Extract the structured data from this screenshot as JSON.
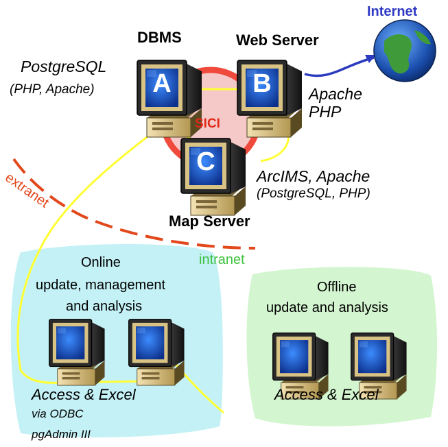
{
  "servers": {
    "dbms": {
      "title": "DBMS",
      "letter": "A",
      "software_1": "PostgreSQL",
      "software_2": "(PHP, Apache)"
    },
    "web": {
      "title": "Web Server",
      "letter": "B",
      "software_1": "Apache",
      "software_2": "PHP"
    },
    "map": {
      "title": "Map Server",
      "letter": "C",
      "software_1": "ArcIMS, Apache",
      "software_2": "(PostgreSQL, PHP)"
    }
  },
  "hub_label": "SICI",
  "internet_label": "Internet",
  "zones": {
    "extranet": "extranet",
    "intranet": "intranet"
  },
  "online": {
    "title_1": "Online",
    "title_2": "update, management",
    "title_3": "and analysis",
    "software_1": "Access & Excel",
    "software_2": "via ODBC",
    "software_3": "pgAdmin III"
  },
  "offline": {
    "title_1": "Offline",
    "title_2": "update  and analysis",
    "software_1": "Access & Excel"
  },
  "colors": {
    "online_box": "#c4f1f6",
    "offline_box": "#d3f5cf",
    "hub_ring": "#f04a3c",
    "hub_fill": "#f6c9c9",
    "connection": "#ffff33",
    "internet_link": "#2b3bbd",
    "extranet_line": "#e2481c",
    "internet_text": "#2f39c4",
    "intranet_text": "#3ec23e",
    "extranet_text": "#e2481c",
    "computer_beige": "#e3cd94",
    "screen_blue": "#1d5fd8"
  }
}
